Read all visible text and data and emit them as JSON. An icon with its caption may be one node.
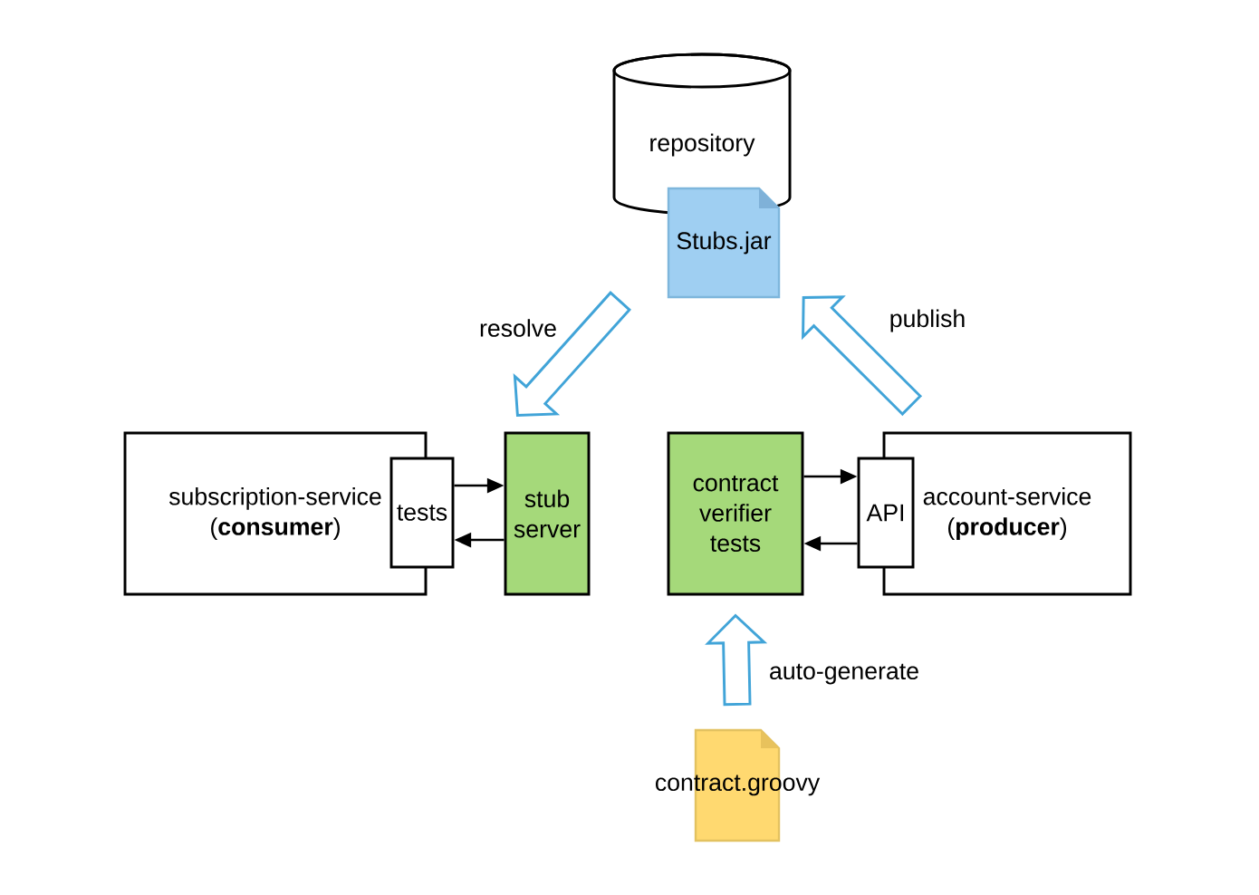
{
  "diagram": {
    "nodes": [
      {
        "text": [
          "repository"
        ]
      },
      {
        "text": [
          "Stubs.jar"
        ]
      },
      {
        "text": [
          "subscription-service (**consumer**)"
        ]
      },
      {
        "text": [
          "tests"
        ]
      },
      {
        "text": [
          "stub server"
        ]
      },
      {
        "text": [
          "contract verifier tests"
        ]
      },
      {
        "text": [
          "API"
        ]
      },
      {
        "text": [
          "account-service (**producer**)"
        ]
      },
      {
        "text": [
          "contract.groovy"
        ]
      }
    ],
    "edges": [
      {
        "from": 1,
        "to": 4,
        "arrow": "to",
        "label": "resolve",
        "style": "thick",
        "color": "#41a4d8"
      },
      {
        "from": 7,
        "to": 1,
        "arrow": "to",
        "label": "publish",
        "style": "thick",
        "color": "#41a4d8"
      },
      {
        "from": 3,
        "to": 4,
        "arrow": "to"
      },
      {
        "from": 4,
        "to": 3,
        "arrow": "to"
      },
      {
        "from": 5,
        "to": 6,
        "arrow": "to"
      },
      {
        "from": 6,
        "to": 5,
        "arrow": "to"
      },
      {
        "from": 8,
        "to": 5,
        "arrow": "to",
        "label": "auto-generate",
        "style": "thick",
        "color": "#41a4d8"
      }
    ]
  }
}
